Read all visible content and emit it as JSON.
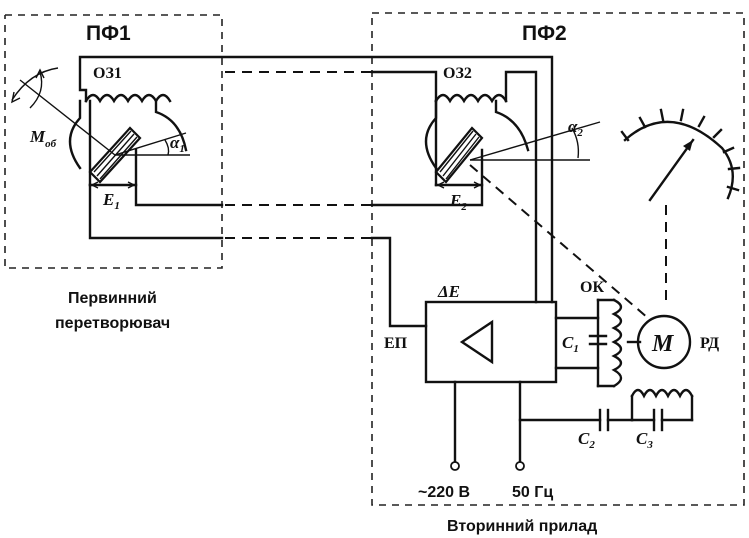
{
  "labels": {
    "pf1": "ПФ1",
    "pf2": "ПФ2",
    "oz1": "ОЗ1",
    "oz2": "ОЗ2",
    "m_ob_main": "M",
    "m_ob_sub": "об",
    "alpha1_main": "α",
    "alpha1_sub": "1",
    "alpha2_main": "α",
    "alpha2_sub": "2",
    "e1_main": "E",
    "e1_sub": "1",
    "e2_main": "E",
    "e2_sub": "2",
    "delta_e": "ΔE",
    "ep": "ЕП",
    "ok": "ОК",
    "c1_main": "C",
    "c1_sub": "1",
    "motor": "M",
    "rd": "РД",
    "c2_main": "C",
    "c2_sub": "2",
    "c3_main": "C",
    "c3_sub": "3",
    "voltage": "~220 В",
    "frequency": "50 Гц"
  },
  "captions": {
    "primary_line1": "Первинний",
    "primary_line2": "перетворювач",
    "secondary": "Вторинний прилад"
  }
}
